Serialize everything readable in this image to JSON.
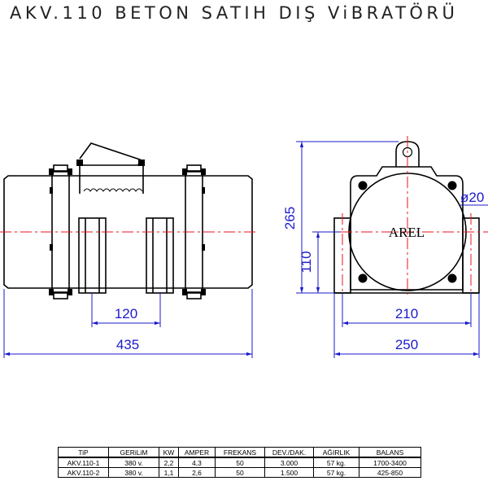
{
  "title": "AKV.110  BETON  SATIH  DIŞ  ViBRATÖRÜ",
  "colors": {
    "outline": "#000000",
    "dimension": "#1a1acd",
    "centerline": "#e8141e"
  },
  "front_view": {
    "dim_inner": "120",
    "dim_overall": "435"
  },
  "side_view": {
    "brand_label": "AREL",
    "dim_height": "265",
    "dim_center_height": "110",
    "dim_bolt_spacing": "210",
    "dim_base_width": "250",
    "dim_hole": "ø20"
  },
  "specs": {
    "columns": [
      "TiP",
      "GERiLiM",
      "KW",
      "AMPER",
      "FREKANS",
      "DEV./DAK.",
      "AĞIRLIK",
      "BALANS"
    ],
    "rows": [
      [
        "AKV.110-1",
        "380  v.",
        "2,2",
        "4,3",
        "50",
        "3.000",
        "57  kg.",
        "1700-3400"
      ],
      [
        "AKV.110-2",
        "380  v.",
        "1,1",
        "2,6",
        "50",
        "1.500",
        "57  kg.",
        "425-850"
      ]
    ]
  }
}
